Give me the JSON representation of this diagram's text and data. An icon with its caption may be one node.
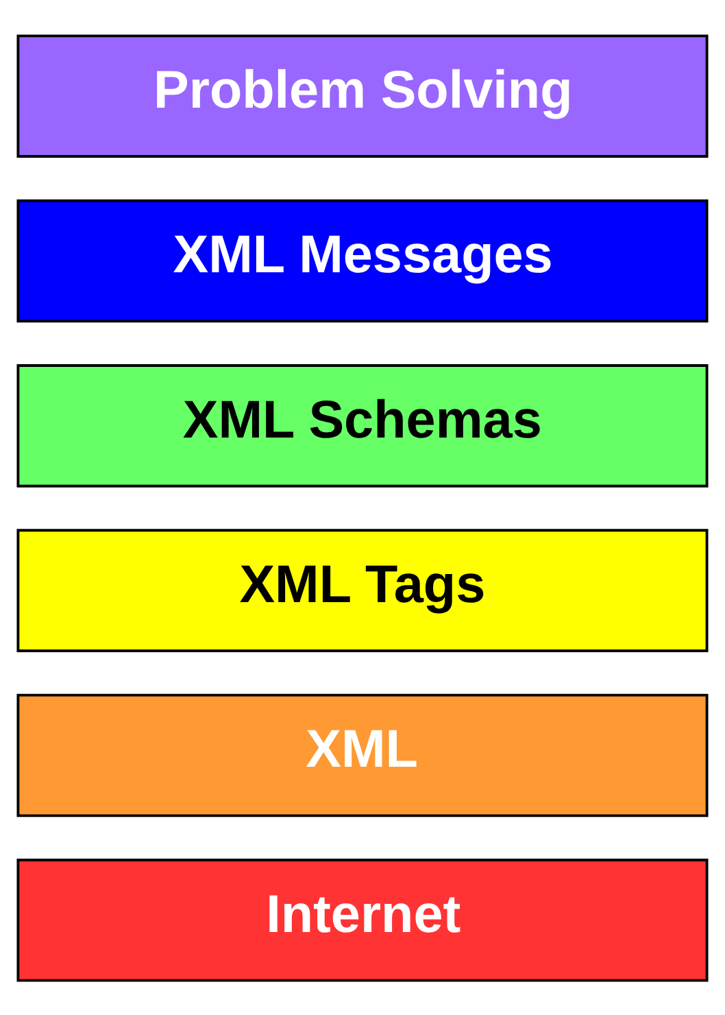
{
  "diagram": {
    "nodes": [
      {
        "text": [
          "Problem Solving"
        ]
      },
      {
        "text": [
          "XML Messages"
        ]
      },
      {
        "text": [
          "XML Schemas"
        ]
      },
      {
        "text": [
          "XML Tags"
        ]
      },
      {
        "text": [
          "XML"
        ]
      },
      {
        "text": [
          "Internet"
        ]
      }
    ]
  }
}
